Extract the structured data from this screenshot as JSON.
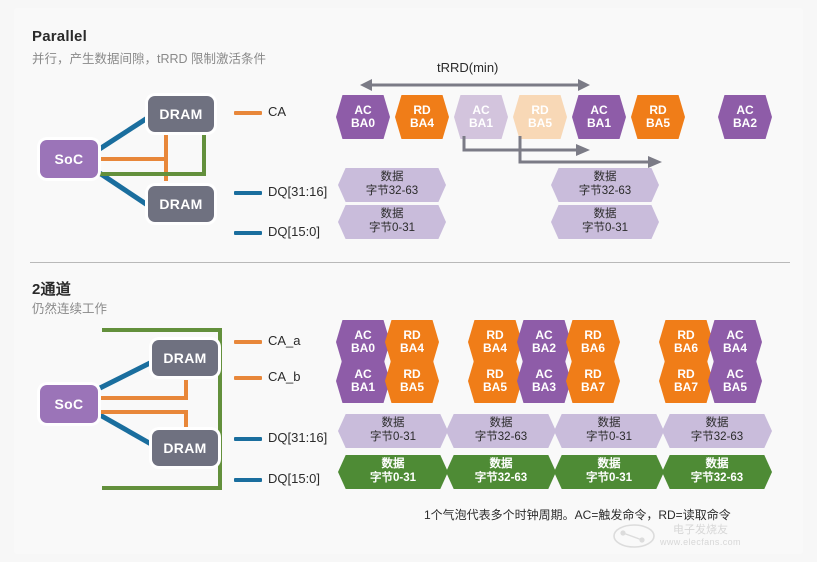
{
  "figure": {
    "caption": "1个气泡代表多个时钟周期。AC=触发命令，RD=读取命令",
    "watermark": {
      "brand": "电子发烧友",
      "url": "www.elecfans.com"
    },
    "colors": {
      "purple": "#8e5ca8",
      "orange": "#f07d18",
      "purple_faded": "#d3c4dd",
      "orange_faded": "#f8d8b6",
      "data_lilac": "#c9bcdb",
      "data_green": "#4e8b35",
      "soc": "#9b74b8",
      "dram": "#6f7180",
      "wire_blue": "#1a6e9e",
      "wire_orange": "#e8873a",
      "wire_green": "#63903c",
      "arrow_gray": "#7b7b86"
    }
  },
  "top": {
    "title": "Parallel",
    "subtitle": "并行，产生数据间隙，tRRD 限制激活条件",
    "diagram": {
      "soc_label": "SoC",
      "dram_label_1": "DRAM",
      "dram_label_2": "DRAM"
    },
    "legend": [
      {
        "label": "CA",
        "color": "#e8873a"
      },
      {
        "label": "DQ[31:16]",
        "color": "#1a6e9e"
      },
      {
        "label": "DQ[15:0]",
        "color": "#1a6e9e"
      }
    ],
    "timing_label": "tRRD(min)",
    "commands": [
      {
        "line1": "AC",
        "line2": "BA0",
        "style": "h-purple"
      },
      {
        "line1": "RD",
        "line2": "BA4",
        "style": "h-orange"
      },
      {
        "line1": "AC",
        "line2": "BA1",
        "style": "h-purple-faded"
      },
      {
        "line1": "RD",
        "line2": "BA5",
        "style": "h-orange-faded"
      },
      {
        "line1": "AC",
        "line2": "BA1",
        "style": "h-purple"
      },
      {
        "line1": "RD",
        "line2": "BA5",
        "style": "h-orange"
      },
      {
        "line1": "AC",
        "line2": "BA2",
        "style": "h-purple"
      }
    ],
    "data_groups": [
      {
        "upper": {
          "line1": "数据",
          "line2": "字节32-63"
        },
        "lower": {
          "line1": "数据",
          "line2": "字节0-31"
        }
      },
      {
        "upper": {
          "line1": "数据",
          "line2": "字节32-63"
        },
        "lower": {
          "line1": "数据",
          "line2": "字节0-31"
        }
      }
    ]
  },
  "bottom": {
    "title": "2通道",
    "subtitle": "仍然连续工作",
    "diagram": {
      "soc_label": "SoC",
      "dram_label_1": "DRAM",
      "dram_label_2": "DRAM"
    },
    "legend": [
      {
        "label": "CA_a",
        "color": "#e8873a"
      },
      {
        "label": "CA_b",
        "color": "#e8873a"
      },
      {
        "label": "DQ[31:16]",
        "color": "#1a6e9e"
      },
      {
        "label": "DQ[15:0]",
        "color": "#1a6e9e"
      }
    ],
    "commands_row_a": [
      {
        "line1": "AC",
        "line2": "BA0",
        "style": "h-purple"
      },
      {
        "line1": "RD",
        "line2": "BA4",
        "style": "h-orange"
      },
      {
        "line1": "RD",
        "line2": "BA4",
        "style": "h-orange"
      },
      {
        "line1": "AC",
        "line2": "BA2",
        "style": "h-purple"
      },
      {
        "line1": "RD",
        "line2": "BA6",
        "style": "h-orange"
      },
      {
        "line1": "RD",
        "line2": "BA6",
        "style": "h-orange"
      },
      {
        "line1": "AC",
        "line2": "BA4",
        "style": "h-purple"
      }
    ],
    "commands_row_b": [
      {
        "line1": "AC",
        "line2": "BA1",
        "style": "h-purple"
      },
      {
        "line1": "RD",
        "line2": "BA5",
        "style": "h-orange"
      },
      {
        "line1": "RD",
        "line2": "BA5",
        "style": "h-orange"
      },
      {
        "line1": "AC",
        "line2": "BA3",
        "style": "h-purple"
      },
      {
        "line1": "RD",
        "line2": "BA7",
        "style": "h-orange"
      },
      {
        "line1": "RD",
        "line2": "BA7",
        "style": "h-orange"
      },
      {
        "line1": "AC",
        "line2": "BA5",
        "style": "h-purple"
      }
    ],
    "data_row_upper": [
      {
        "line1": "数据",
        "line2": "字节0-31"
      },
      {
        "line1": "数据",
        "line2": "字节32-63"
      },
      {
        "line1": "数据",
        "line2": "字节0-31"
      },
      {
        "line1": "数据",
        "line2": "字节32-63"
      }
    ],
    "data_row_lower": [
      {
        "line1": "数据",
        "line2": "字节0-31"
      },
      {
        "line1": "数据",
        "line2": "字节32-63"
      },
      {
        "line1": "数据",
        "line2": "字节0-31"
      },
      {
        "line1": "数据",
        "line2": "字节32-63"
      }
    ]
  }
}
